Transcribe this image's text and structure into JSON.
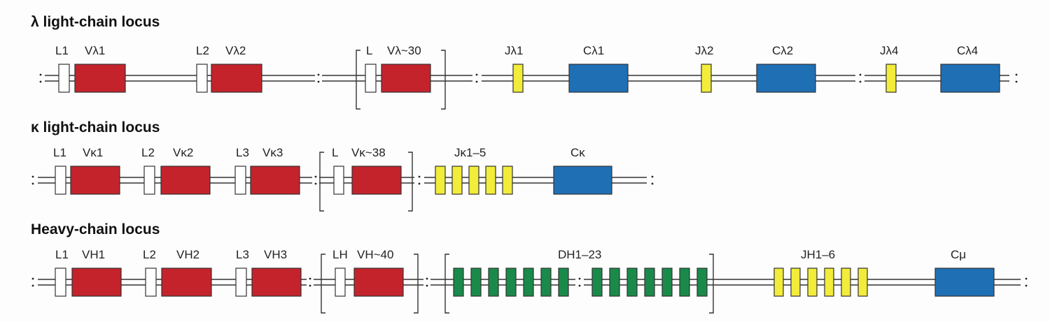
{
  "lambda_locus": {
    "title": "λ light-chain locus",
    "segments": {
      "L1": "L1",
      "V1": "Vλ1",
      "L2": "L2",
      "V2": "Vλ2",
      "L": "L",
      "V30": "Vλ~30",
      "J1": "Jλ1",
      "C1": "Cλ1",
      "J2": "Jλ2",
      "C2": "Cλ2",
      "J4": "Jλ4",
      "C4": "Cλ4"
    }
  },
  "kappa_locus": {
    "title": "κ light-chain locus",
    "segments": {
      "L1": "L1",
      "V1": "Vκ1",
      "L2": "L2",
      "V2": "Vκ2",
      "L3": "L3",
      "V3": "Vκ3",
      "L": "L",
      "V38": "Vκ~38",
      "J": "Jκ1–5",
      "C": "Cκ"
    }
  },
  "heavy_locus": {
    "title": "Heavy-chain locus",
    "segments": {
      "L1": "L1",
      "V1": "VH1",
      "L2": "L2",
      "V2": "VH2",
      "L3": "L3",
      "V3": "VH3",
      "LH": "LH",
      "V40": "VH~40",
      "D": "DH1–23",
      "J": "JH1–6",
      "C": "Cμ"
    }
  },
  "colors": {
    "v_segment": "#c4232c",
    "j_segment": "#f2ec3a",
    "c_segment": "#1f6fb5",
    "d_segment": "#1a8a4a",
    "leader": "#ffffff"
  }
}
